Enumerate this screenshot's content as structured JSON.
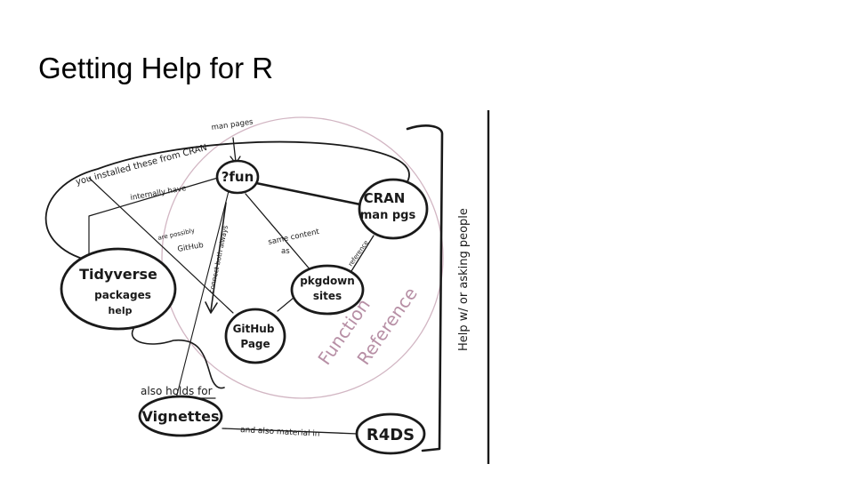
{
  "slide": {
    "title": "Getting Help for R"
  },
  "colors": {
    "ink": "#1a1a1a",
    "accent": "#b78fa5",
    "circle": "#d2b6c3"
  },
  "nodes": {
    "fun": [
      "?fun"
    ],
    "cran": [
      "CRAN",
      "man pgs"
    ],
    "tidyverse": [
      "Tidyverse",
      "packages",
      "help"
    ],
    "pkgdown": [
      "pkgdown",
      "sites"
    ],
    "github": [
      "GitHub",
      "Page"
    ],
    "vignettes": [
      "Vignettes"
    ],
    "r4ds": [
      "R4DS"
    ]
  },
  "edge_labels": {
    "man_pages": "man pages",
    "installed": "you installed these from CRAN",
    "internally": "internally have",
    "possibly": [
      "are possibly",
      "GitHub"
    ],
    "same": [
      "same content",
      "as"
    ],
    "reference": "reference",
    "connect": "connect both always",
    "also_holds": "also holds for",
    "also_material": "and also material in"
  },
  "region_labels": {
    "function_reference": [
      "Function",
      "Reference"
    ],
    "help_asking": "Help w/ or asking people"
  }
}
